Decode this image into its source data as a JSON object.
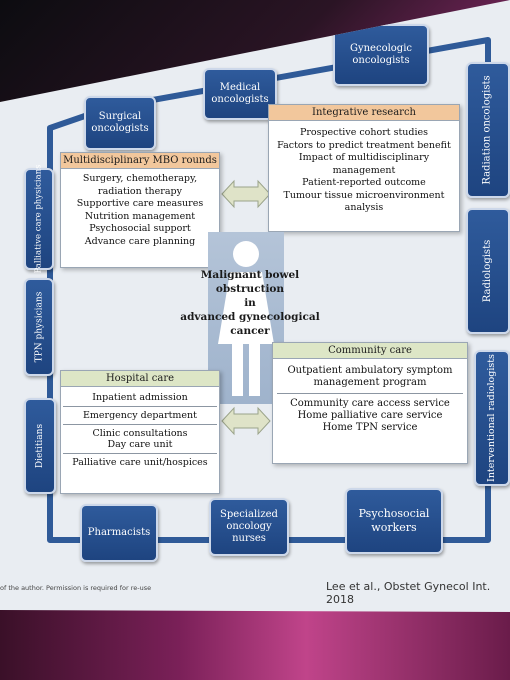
{
  "nodes": {
    "surgical": "Surgical\noncologists",
    "medical": "Medical\noncologists",
    "gynecologic": "Gynecologic\noncologists",
    "radiation": "Radiation oncologists",
    "radiologists": "Radiologists",
    "interventional": "Interventional radiologists",
    "palliative": "Palliative care physicians",
    "tpn": "TPN physicians",
    "dietitians": "Dietitians",
    "pharmacists": "Pharmacists",
    "specialized": "Specialized\noncology\nnurses",
    "psychosocial": "Psychosocial\nworkers"
  },
  "panels": {
    "mbo_rounds": {
      "title": "Multidisciplinary MBO rounds",
      "items": [
        "Surgery, chemotherapy, radiation therapy",
        "Supportive care measures",
        "Nutrition management",
        "Psychosocial support",
        "Advance care planning"
      ]
    },
    "integrative": {
      "title": "Integrative research",
      "items": [
        "Prospective cohort studies",
        "Factors to predict treatment benefit",
        "Impact of multidisciplinary management",
        "Patient-reported outcome",
        "Tumour tissue microenvironment analysis"
      ]
    },
    "hospital": {
      "title": "Hospital care",
      "items": [
        "Inpatient admission",
        "Emergency department",
        "Clinic consultations\nDay care unit",
        "Palliative care unit/hospices"
      ]
    },
    "community": {
      "title": "Community care",
      "items": [
        "Outpatient ambulatory symptom management program",
        "Community care access service\nHome palliative care service\nHome TPN service"
      ]
    }
  },
  "center": {
    "line1": "Malignant bowel obstruction",
    "line2": "in",
    "line3": "advanced gynecological cancer"
  },
  "footer": {
    "left": "of the author. Permission is required for re-use",
    "right": "Lee et al., Obstet Gynecol Int. 2018"
  },
  "colors": {
    "node_blue": "#1e4480",
    "connector": "#2f5a98",
    "orange_header": "#f2c79c",
    "green_header": "#dde6c6",
    "arrow_fill": "#dfe3c8"
  }
}
